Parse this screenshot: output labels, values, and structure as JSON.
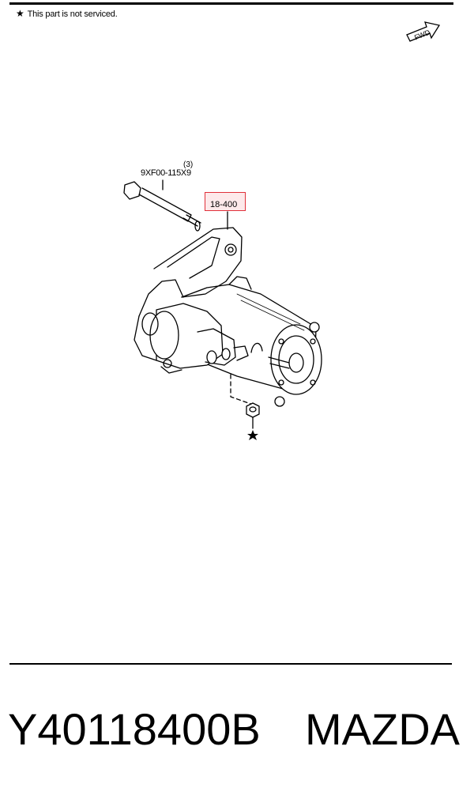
{
  "note": {
    "text": "This part is not serviced."
  },
  "fwd_label": "FWD",
  "callouts": {
    "starter": "18-400"
  },
  "bolt": {
    "qty": "(3)",
    "part": "9XF00-115X9"
  },
  "footer": {
    "code": "Y40118400B",
    "brand": "MAZDA"
  },
  "colors": {
    "callout_border": "#e0303a",
    "callout_fill": "#fde9ea"
  }
}
